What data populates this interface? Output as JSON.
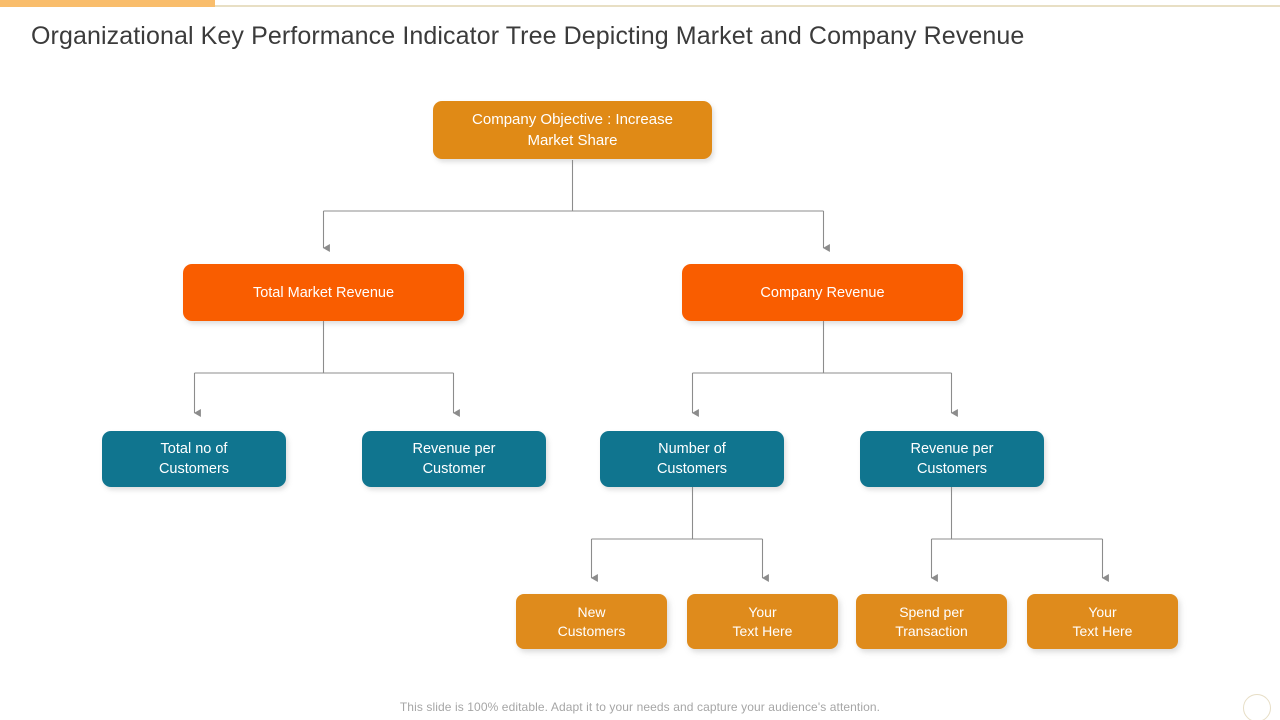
{
  "slide": {
    "title": "Organizational Key Performance Indicator Tree Depicting Market and Company Revenue",
    "footer_note": "This slide is 100% editable. Adapt it to your needs and capture your audience's attention."
  },
  "colors": {
    "top_accent": "#F9BD6B",
    "top_line": "#E8DFC4",
    "title_text": "#3B3B3B",
    "root_node": "#E08A16",
    "level2_node": "#F95D00",
    "level3_node": "#10758F",
    "level4_node": "#DF8B1C",
    "connector": "#8C8C8C",
    "footer_text": "#A6A6A6"
  },
  "tree": {
    "root": {
      "label": "Company Objective : Increase\nMarket Share"
    },
    "level2": [
      {
        "label": "Total Market Revenue"
      },
      {
        "label": "Company Revenue"
      }
    ],
    "level3": [
      {
        "label": "Total no of\nCustomers"
      },
      {
        "label": "Revenue per\nCustomer"
      },
      {
        "label": "Number of\nCustomers"
      },
      {
        "label": "Revenue per\nCustomers"
      }
    ],
    "level4": [
      {
        "label": "New\nCustomers"
      },
      {
        "label": "Your\nText Here"
      },
      {
        "label": "Spend per\nTransaction"
      },
      {
        "label": "Your\nText Here"
      }
    ]
  }
}
